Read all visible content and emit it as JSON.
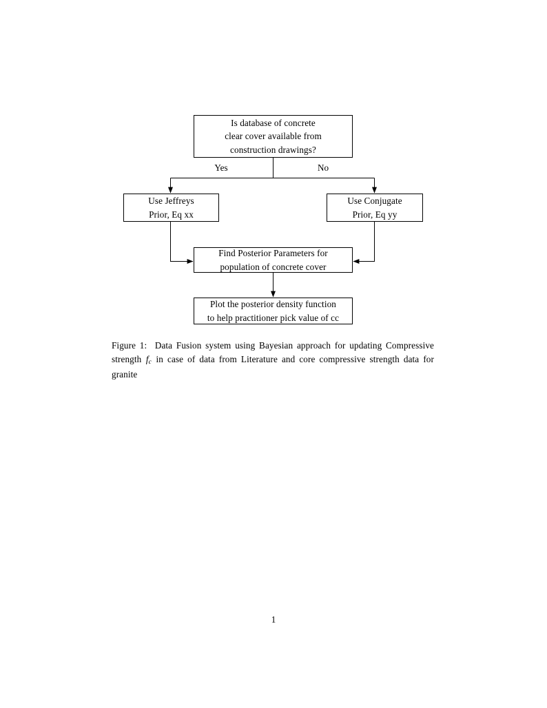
{
  "document": {
    "page_number": "1"
  },
  "figure": {
    "caption_prefix": "Figure 1:",
    "caption_part1": "Data Fusion system using Bayesian approach for updating Compressive strength",
    "caption_math": "f",
    "caption_math_sub": "c",
    "caption_part2": "in case of data from Literature and core compressive strength data for granite",
    "nodes": [
      {
        "id": "decision",
        "shape": "rectangle",
        "lines": [
          "Is database of concrete",
          "clear cover available from",
          "construction drawings?"
        ]
      },
      {
        "id": "jeffreys",
        "shape": "rectangle",
        "lines": [
          "Use Jeffreys",
          "Prior, Eq xx"
        ]
      },
      {
        "id": "conjugate",
        "shape": "rectangle",
        "lines": [
          "Use Conjugate",
          "Prior, Eq yy"
        ]
      },
      {
        "id": "posterior",
        "shape": "rectangle",
        "lines": [
          "Find Posterior Parameters for",
          "population of concrete cover"
        ]
      },
      {
        "id": "plot",
        "shape": "rectangle",
        "lines": [
          "Plot the posterior density function",
          "to help practitioner pick value of cc"
        ]
      }
    ],
    "edge_labels": {
      "yes": "Yes",
      "no": "No"
    },
    "edges": [
      {
        "from": "decision",
        "to": "jeffreys",
        "label": "Yes"
      },
      {
        "from": "decision",
        "to": "conjugate",
        "label": "No"
      },
      {
        "from": "jeffreys",
        "to": "posterior",
        "label": ""
      },
      {
        "from": "conjugate",
        "to": "posterior",
        "label": ""
      },
      {
        "from": "posterior",
        "to": "plot",
        "label": ""
      }
    ],
    "colors": {
      "stroke": "#000000",
      "fill": "#ffffff",
      "text": "#000000"
    }
  }
}
